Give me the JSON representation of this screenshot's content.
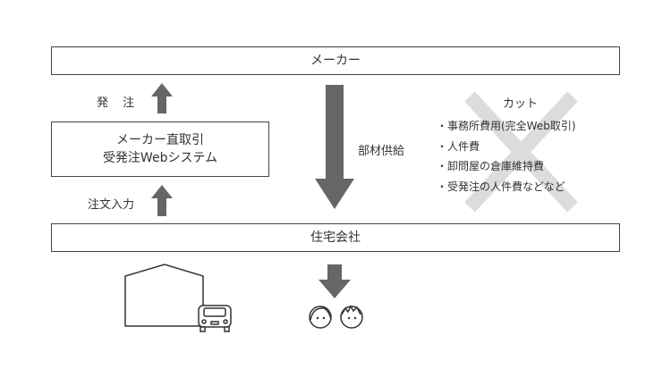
{
  "maker": "メーカー",
  "order_label": "発 注",
  "system": {
    "line1": "メーカー直取引",
    "line2": "受発注Webシステム"
  },
  "input_label": "注文入力",
  "supply_label": "部材供給",
  "builder": "住宅会社",
  "cut": {
    "title": "カット",
    "items": [
      "・事務所費用(完全Web取引)",
      "・人件費",
      "・卸問屋の倉庫維持費",
      "・受発注の人件費などなど"
    ]
  },
  "colors": {
    "arrow": "#666666",
    "cross": "#d9d9d9"
  }
}
